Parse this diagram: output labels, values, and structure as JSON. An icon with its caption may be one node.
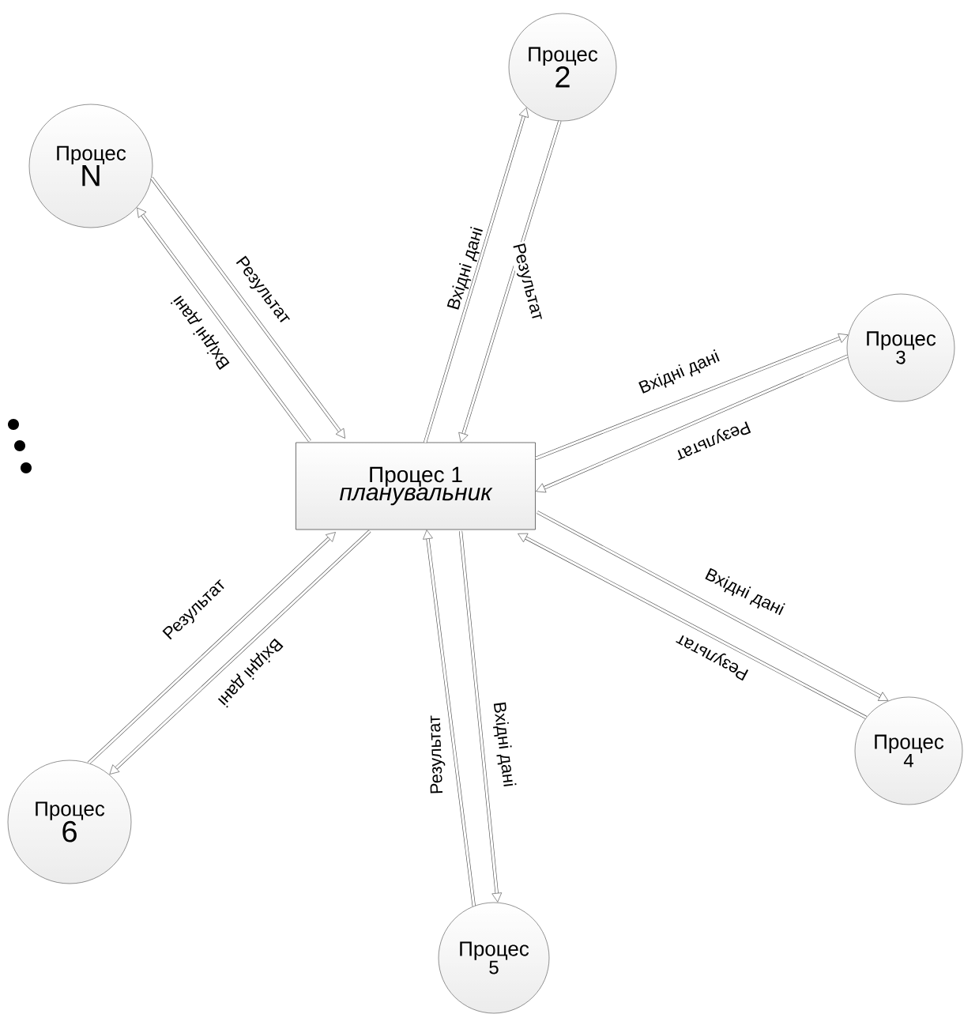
{
  "diagram": {
    "nodes": [
      {
        "text": [
          "Процес 1",
          "планувальник"
        ]
      },
      {
        "text": [
          "Процес",
          "N"
        ]
      },
      {
        "text": [
          "Процес",
          "2"
        ]
      },
      {
        "text": [
          "Процес",
          "3"
        ]
      },
      {
        "text": [
          "Процес",
          "4"
        ]
      },
      {
        "text": [
          "Процес",
          "5"
        ]
      },
      {
        "text": [
          "Процес",
          "6"
        ]
      }
    ],
    "edges": [
      {
        "from": 0,
        "to": 1,
        "arrow": "to",
        "label": "Вхідні дані"
      },
      {
        "from": 1,
        "to": 0,
        "arrow": "to",
        "label": "Результат"
      },
      {
        "from": 0,
        "to": 2,
        "arrow": "to",
        "label": "Вхідні дані"
      },
      {
        "from": 2,
        "to": 0,
        "arrow": "to",
        "label": "Результат"
      },
      {
        "from": 0,
        "to": 3,
        "arrow": "to",
        "label": "Вхідні дані"
      },
      {
        "from": 3,
        "to": 0,
        "arrow": "to",
        "label": "Результат"
      },
      {
        "from": 0,
        "to": 4,
        "arrow": "to",
        "label": "Вхідні дані"
      },
      {
        "from": 4,
        "to": 0,
        "arrow": "to",
        "label": "Результат"
      },
      {
        "from": 0,
        "to": 5,
        "arrow": "to",
        "label": "Вхідні дані"
      },
      {
        "from": 5,
        "to": 0,
        "arrow": "to",
        "label": "Результат"
      },
      {
        "from": 0,
        "to": 6,
        "arrow": "to",
        "label": "Вхідні дані"
      },
      {
        "from": 6,
        "to": 0,
        "arrow": "to",
        "label": "Результат"
      }
    ]
  }
}
